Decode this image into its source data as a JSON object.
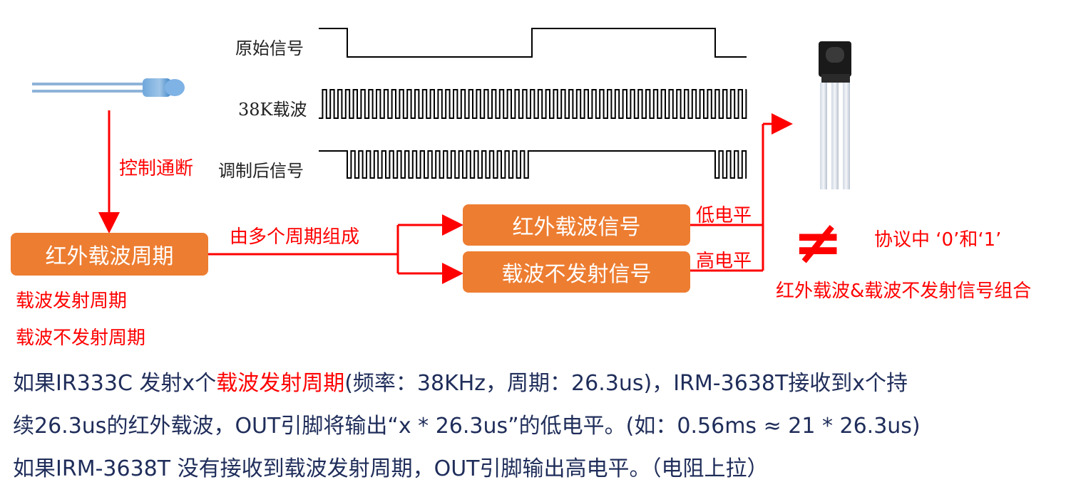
{
  "waveforms": {
    "original_label": "原始信号",
    "carrier_label": "38K载波",
    "modulated_label": "调制后信号"
  },
  "labels": {
    "control": "控制通断",
    "composed_of": "由多个周期组成",
    "low_level": "低电平",
    "high_level": "高电平",
    "emit_period": "载波发射周期",
    "no_emit_period": "载波不发射周期",
    "protocol_01": "协议中 ‘0’和‘1’",
    "combo": "红外载波&载波不发射信号组合",
    "not_equal": "≠"
  },
  "boxes": {
    "period": "红外载波周期",
    "ir_carrier": "红外载波信号",
    "no_emit": "载波不发射信号"
  },
  "text": {
    "line1_a": "如果IR333C 发射x个",
    "line1_hl": "载波发射周期",
    "line1_b": "(频率：38KHz，周期：26.3us)，IRM-3638T接收到x个持",
    "line2": "续26.3us的红外载波，OUT引脚将输出“x * 26.3us”的低电平。(如：0.56ms ≈ 21 * 26.3us)",
    "line3": "如果IRM-3638T 没有接收到载波发射周期，OUT引脚输出高电平。（电阻上拉）"
  },
  "colors": {
    "accent": "#ed7d31",
    "red": "#ff0000",
    "text": "#1f2d5a"
  }
}
